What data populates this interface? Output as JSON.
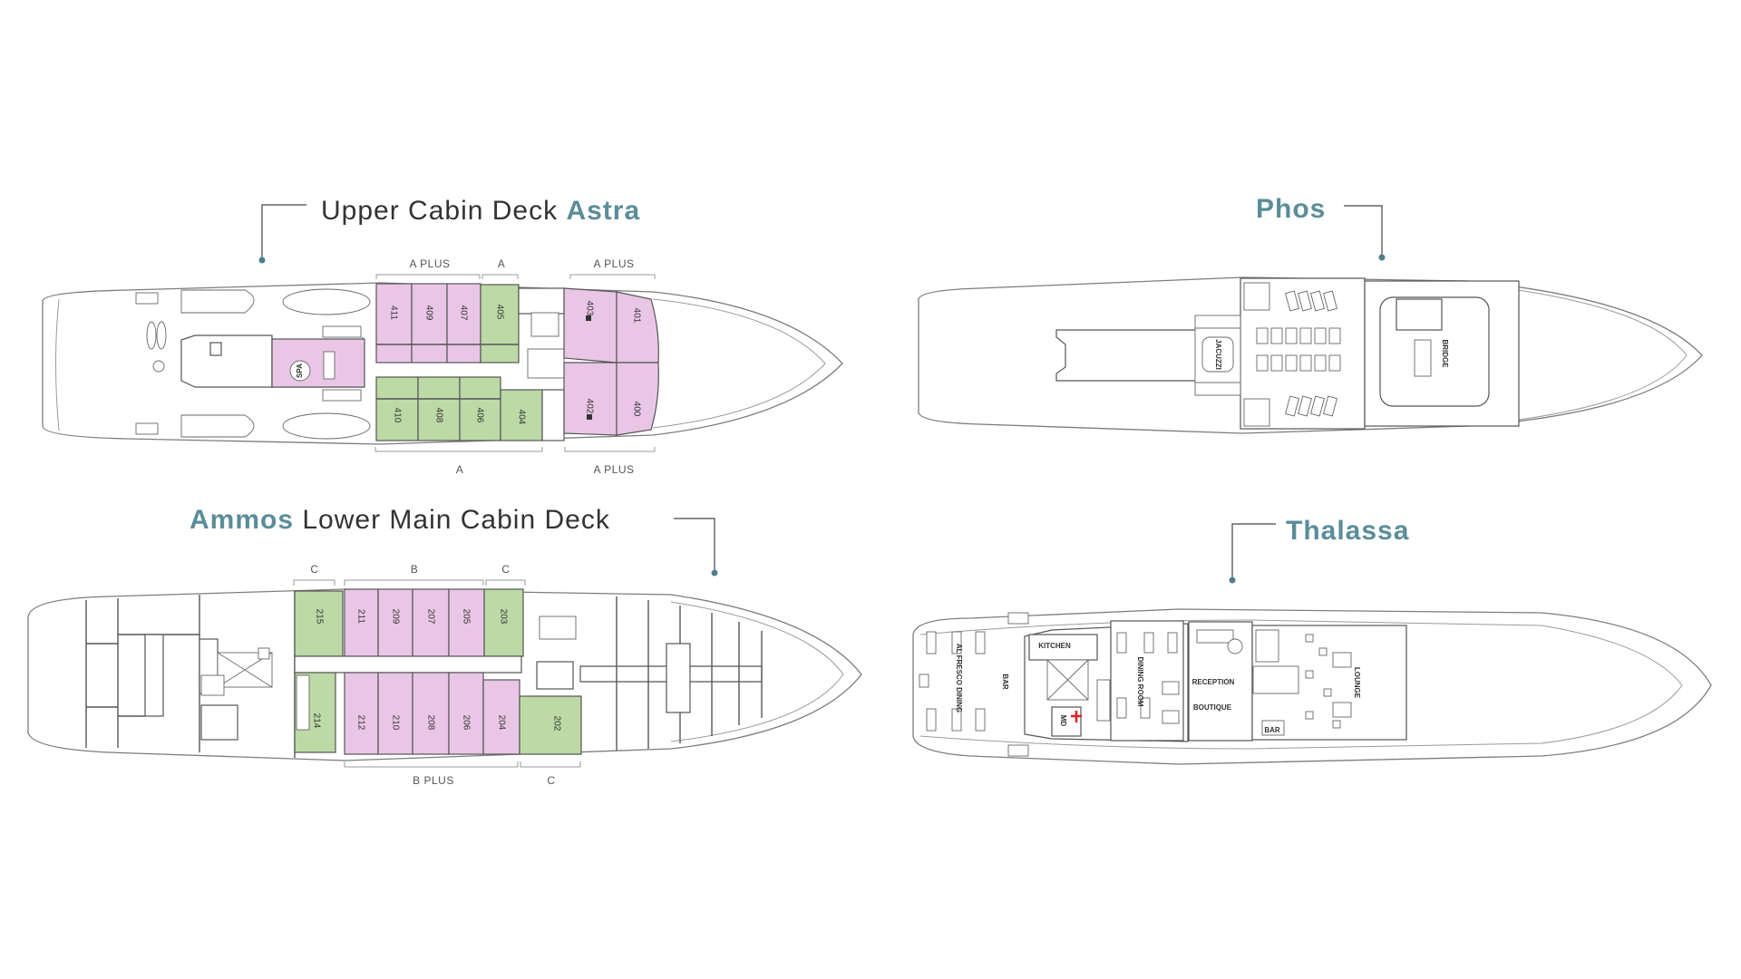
{
  "decks": {
    "astra": {
      "title_prefix": "Upper Cabin Deck ",
      "name": "Astra",
      "categories_top": [
        "A PLUS",
        "A",
        "A PLUS"
      ],
      "categories_bottom": [
        "A",
        "A PLUS"
      ],
      "cabins": {
        "c411": {
          "no": "411",
          "category": "A PLUS"
        },
        "c409": {
          "no": "409",
          "category": "A PLUS"
        },
        "c407": {
          "no": "407",
          "category": "A PLUS"
        },
        "c405": {
          "no": "405",
          "category": "A"
        },
        "c410": {
          "no": "410",
          "category": "A"
        },
        "c408": {
          "no": "408",
          "category": "A"
        },
        "c406": {
          "no": "406",
          "category": "A"
        },
        "c404": {
          "no": "404",
          "category": "A"
        },
        "c403": {
          "no": "403",
          "category": "A PLUS"
        },
        "c401": {
          "no": "401",
          "category": "A PLUS"
        },
        "c402": {
          "no": "402",
          "category": "A PLUS"
        },
        "c400": {
          "no": "400",
          "category": "A PLUS"
        }
      },
      "spa_label": "SPA"
    },
    "phos": {
      "name": "Phos",
      "jacuzzi_label": "JACUZZI",
      "bridge_label": "BRIDGE"
    },
    "ammos": {
      "name": "Ammos",
      "title_suffix": " Lower Main Cabin Deck",
      "categories_top": [
        "C",
        "B",
        "C"
      ],
      "categories_bottom": [
        "B PLUS",
        "C"
      ],
      "cabins": {
        "c215": {
          "no": "215",
          "category": "C"
        },
        "c211": {
          "no": "211",
          "category": "B"
        },
        "c209": {
          "no": "209",
          "category": "B"
        },
        "c207": {
          "no": "207",
          "category": "B"
        },
        "c205": {
          "no": "205",
          "category": "B"
        },
        "c203": {
          "no": "203",
          "category": "C"
        },
        "c214": {
          "no": "214",
          "category": "C"
        },
        "c212": {
          "no": "212",
          "category": "B PLUS"
        },
        "c210": {
          "no": "210",
          "category": "B PLUS"
        },
        "c208": {
          "no": "208",
          "category": "B PLUS"
        },
        "c206": {
          "no": "206",
          "category": "B PLUS"
        },
        "c204": {
          "no": "204",
          "category": "B PLUS"
        },
        "c202": {
          "no": "202",
          "category": "C"
        }
      }
    },
    "thalassa": {
      "name": "Thalassa",
      "rooms": {
        "al_fresco_dining": "AL FRESCO DINING",
        "bar_aft": "BAR",
        "kitchen": "KITCHEN",
        "md": "MD",
        "dining_room": "DINING ROOM",
        "reception": "RECEPTION",
        "boutique": "BOUTIQUE",
        "bar_fwd": "BAR",
        "lounge": "LOUNGE"
      }
    }
  },
  "colors": {
    "plus_category": "#e9c6e6",
    "standard_category": "#bcd9a6",
    "ship_name": "#5b8d99"
  }
}
